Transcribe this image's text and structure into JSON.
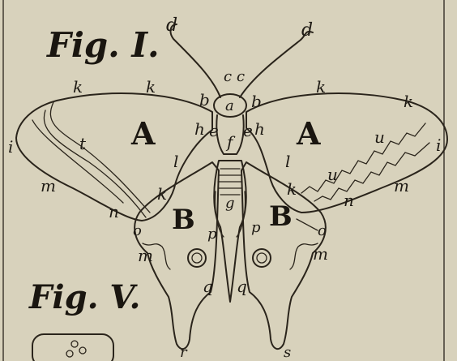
{
  "figure_captions": {
    "fig1": "Fig. I.",
    "fig5": "Fig. V."
  },
  "wing_labels": {
    "forewing_left": "A",
    "forewing_right": "A",
    "hindwing_left": "B",
    "hindwing_right": "B"
  },
  "letters": {
    "d": "d",
    "c": "c",
    "a": "a",
    "b": "b",
    "e": "e",
    "h": "h",
    "f": "f",
    "g": "g",
    "k": "k",
    "i": "i",
    "t": "t",
    "u": "u",
    "l": "l",
    "m": "m",
    "n": "n",
    "o": "o",
    "p": "p",
    "q": "q",
    "r": "r",
    "s": "s"
  },
  "colors": {
    "paper": "#d8d2bc",
    "ink": "#2a241b"
  }
}
